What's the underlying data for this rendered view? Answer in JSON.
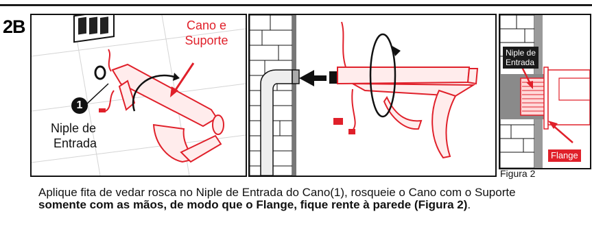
{
  "step_label": "2B",
  "panel1": {
    "label_cano": "Cano e",
    "label_suporte": "Suporte",
    "badge_number": "1",
    "label_niple": "Niple de",
    "label_entrada": "Entrada"
  },
  "panel3": {
    "tag_niple": "Niple de",
    "tag_entrada": "Entrada",
    "tag_flange": "Flange"
  },
  "figure_caption": "Figura 2",
  "instructions": {
    "normal_1": "Aplique fita de vedar rosca no Niple de Entrada do Cano(1), rosqueie o Cano com o Suporte ",
    "bold": "somente com as mãos, de modo que o Flange, fique rente à parede (Figura 2)",
    "normal_2": "."
  },
  "colors": {
    "accent_red": "#e0202a",
    "ink": "#111111"
  }
}
